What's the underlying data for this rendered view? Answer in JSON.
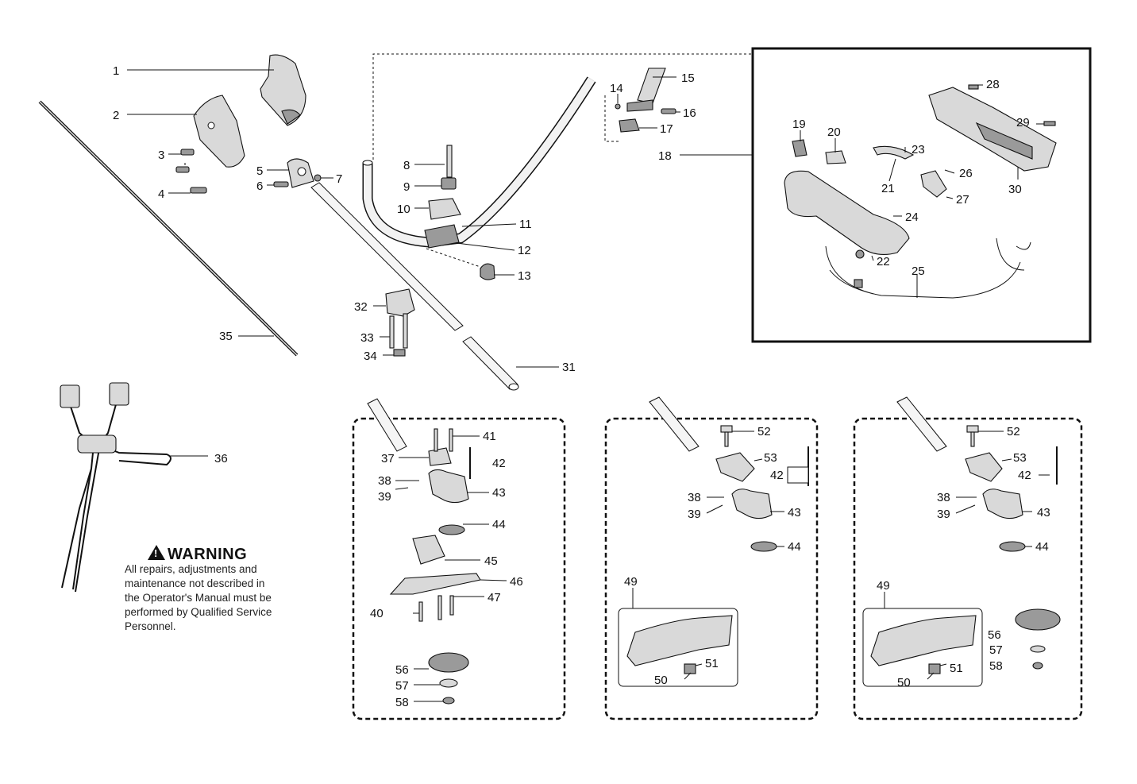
{
  "callouts": [
    {
      "id": "c1",
      "text": "1"
    },
    {
      "id": "c2",
      "text": "2"
    },
    {
      "id": "c3",
      "text": "3"
    },
    {
      "id": "c4",
      "text": "4"
    },
    {
      "id": "c5",
      "text": "5"
    },
    {
      "id": "c6",
      "text": "6"
    },
    {
      "id": "c7",
      "text": "7"
    },
    {
      "id": "c8",
      "text": "8"
    },
    {
      "id": "c9",
      "text": "9"
    },
    {
      "id": "c10",
      "text": "10"
    },
    {
      "id": "c11",
      "text": "11"
    },
    {
      "id": "c12",
      "text": "12"
    },
    {
      "id": "c13",
      "text": "13"
    },
    {
      "id": "c14",
      "text": "14"
    },
    {
      "id": "c15",
      "text": "15"
    },
    {
      "id": "c16",
      "text": "16"
    },
    {
      "id": "c17",
      "text": "17"
    },
    {
      "id": "c18",
      "text": "18"
    },
    {
      "id": "c19",
      "text": "19"
    },
    {
      "id": "c20",
      "text": "20"
    },
    {
      "id": "c21",
      "text": "21"
    },
    {
      "id": "c22",
      "text": "22"
    },
    {
      "id": "c23",
      "text": "23"
    },
    {
      "id": "c24",
      "text": "24"
    },
    {
      "id": "c25",
      "text": "25"
    },
    {
      "id": "c26",
      "text": "26"
    },
    {
      "id": "c27",
      "text": "27"
    },
    {
      "id": "c28",
      "text": "28"
    },
    {
      "id": "c29",
      "text": "29"
    },
    {
      "id": "c30",
      "text": "30"
    },
    {
      "id": "c31",
      "text": "31"
    },
    {
      "id": "c32",
      "text": "32"
    },
    {
      "id": "c33",
      "text": "33"
    },
    {
      "id": "c34",
      "text": "34"
    },
    {
      "id": "c35",
      "text": "35"
    },
    {
      "id": "c36",
      "text": "36"
    },
    {
      "id": "a37",
      "text": "37"
    },
    {
      "id": "a38",
      "text": "38"
    },
    {
      "id": "a39",
      "text": "39"
    },
    {
      "id": "a40",
      "text": "40"
    },
    {
      "id": "a41",
      "text": "41"
    },
    {
      "id": "a42",
      "text": "42"
    },
    {
      "id": "a43",
      "text": "43"
    },
    {
      "id": "a44",
      "text": "44"
    },
    {
      "id": "a45",
      "text": "45"
    },
    {
      "id": "a46",
      "text": "46"
    },
    {
      "id": "a47",
      "text": "47"
    },
    {
      "id": "a56",
      "text": "56"
    },
    {
      "id": "a57",
      "text": "57"
    },
    {
      "id": "a58",
      "text": "58"
    },
    {
      "id": "b38",
      "text": "38"
    },
    {
      "id": "b39",
      "text": "39"
    },
    {
      "id": "b42",
      "text": "42"
    },
    {
      "id": "b43",
      "text": "43"
    },
    {
      "id": "b44",
      "text": "44"
    },
    {
      "id": "b49",
      "text": "49"
    },
    {
      "id": "b50",
      "text": "50"
    },
    {
      "id": "b51",
      "text": "51"
    },
    {
      "id": "b52",
      "text": "52"
    },
    {
      "id": "b53",
      "text": "53"
    },
    {
      "id": "d38",
      "text": "38"
    },
    {
      "id": "d39",
      "text": "39"
    },
    {
      "id": "d42",
      "text": "42"
    },
    {
      "id": "d43",
      "text": "43"
    },
    {
      "id": "d44",
      "text": "44"
    },
    {
      "id": "d49",
      "text": "49"
    },
    {
      "id": "d50",
      "text": "50"
    },
    {
      "id": "d51",
      "text": "51"
    },
    {
      "id": "d52",
      "text": "52"
    },
    {
      "id": "d53",
      "text": "53"
    },
    {
      "id": "d56",
      "text": "56"
    },
    {
      "id": "d57",
      "text": "57"
    },
    {
      "id": "d58",
      "text": "58"
    }
  ],
  "warning": {
    "title": "WARNING",
    "lines": [
      "All repairs, adjustments and",
      "maintenance not described in",
      "the Operator's Manual must be",
      "performed by Qualified Service",
      "Personnel."
    ]
  }
}
